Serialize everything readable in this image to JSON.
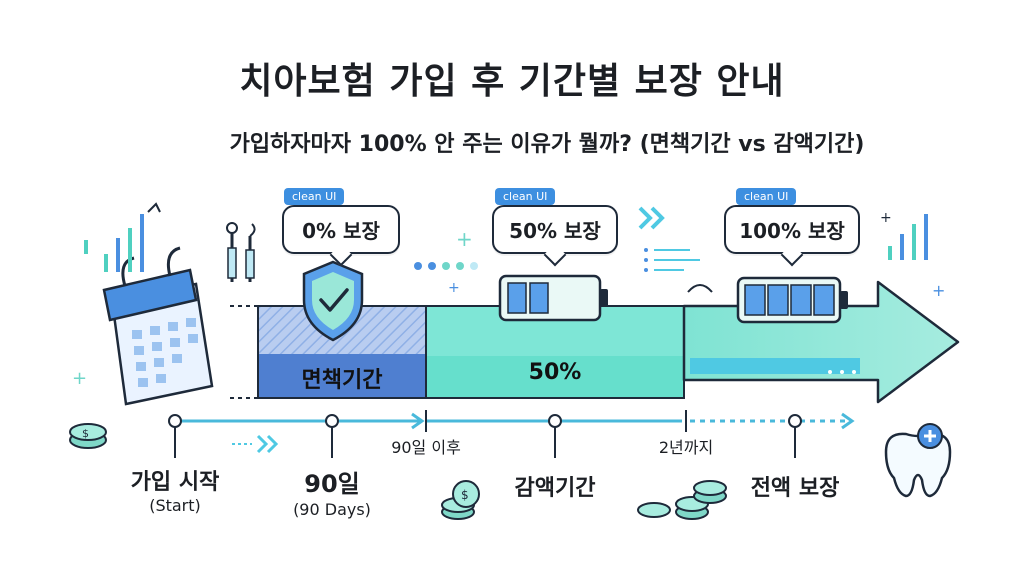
{
  "title": "치아보험 가입 후 기간별 보장 안내",
  "subtitle": "가입하자마자 100% 안 주는 이유가 뭘까? (면책기간 vs 감액기간)",
  "tags": [
    "clean UI",
    "clean UI",
    "clean UI"
  ],
  "bubbles": [
    "0% 보장",
    "50% 보장",
    "100% 보장"
  ],
  "segments": {
    "exemption": "면책기간",
    "reduced": "50%"
  },
  "timeline": {
    "start_label": "가입 시작",
    "start_sub": "(Start)",
    "day90_label": "90일",
    "day90_sub": "(90 Days)",
    "after90": "90일 이후",
    "reduced_label": "감액기간",
    "two_years": "2년까지",
    "full_label": "전액 보장"
  },
  "coverage_percent": [
    0,
    50,
    100
  ],
  "colors": {
    "accent_blue": "#3d8fe0",
    "mint": "#6fe0cf",
    "navy": "#1e2a3a",
    "timeline": "#49b9db"
  },
  "icons": [
    "calendar-icon",
    "shield-check-icon",
    "battery-half-icon",
    "battery-full-icon",
    "dental-tools-icon",
    "tooth-plus-icon",
    "coin-stack-icon"
  ]
}
